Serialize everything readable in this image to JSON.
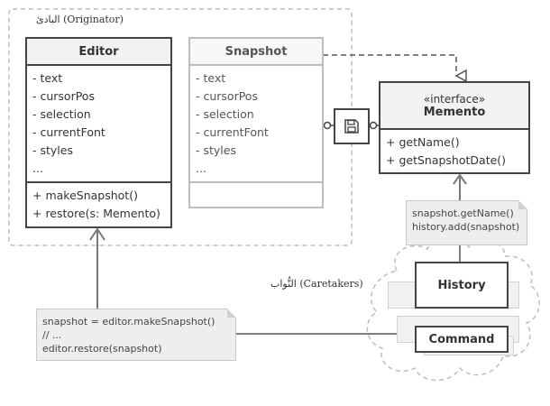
{
  "originator": {
    "label": "البادئ (Originator)"
  },
  "caretakers": {
    "label": "النُّواب (Caretakers)"
  },
  "editor": {
    "title": "Editor",
    "fields": [
      "- text",
      "- cursorPos",
      "- selection",
      "- currentFont",
      "- styles",
      "..."
    ],
    "methods": [
      "+ makeSnapshot()",
      "+ restore(s: Memento)"
    ]
  },
  "snapshot": {
    "title": "Snapshot",
    "fields": [
      "- text",
      "- cursorPos",
      "- selection",
      "- currentFont",
      "- styles",
      "..."
    ]
  },
  "memento": {
    "stereotype": "«interface»",
    "title": "Memento",
    "methods": [
      "+ getName()",
      "+ getSnapshotDate()"
    ]
  },
  "note_history": {
    "lines": [
      "snapshot.getName()",
      "history.add(snapshot)"
    ]
  },
  "note_editor": {
    "lines": [
      "snapshot = editor.makeSnapshot()",
      "// ...",
      "editor.restore(snapshot)"
    ]
  },
  "history": {
    "title": "History"
  },
  "command": {
    "title": "Command"
  },
  "icons": {
    "snapshot_icon": "floppy-disk-icon"
  },
  "colors": {
    "stroke": "#444444",
    "faded": "#bdbdbd",
    "note": "#eeeeee",
    "arrow": "#777777"
  }
}
